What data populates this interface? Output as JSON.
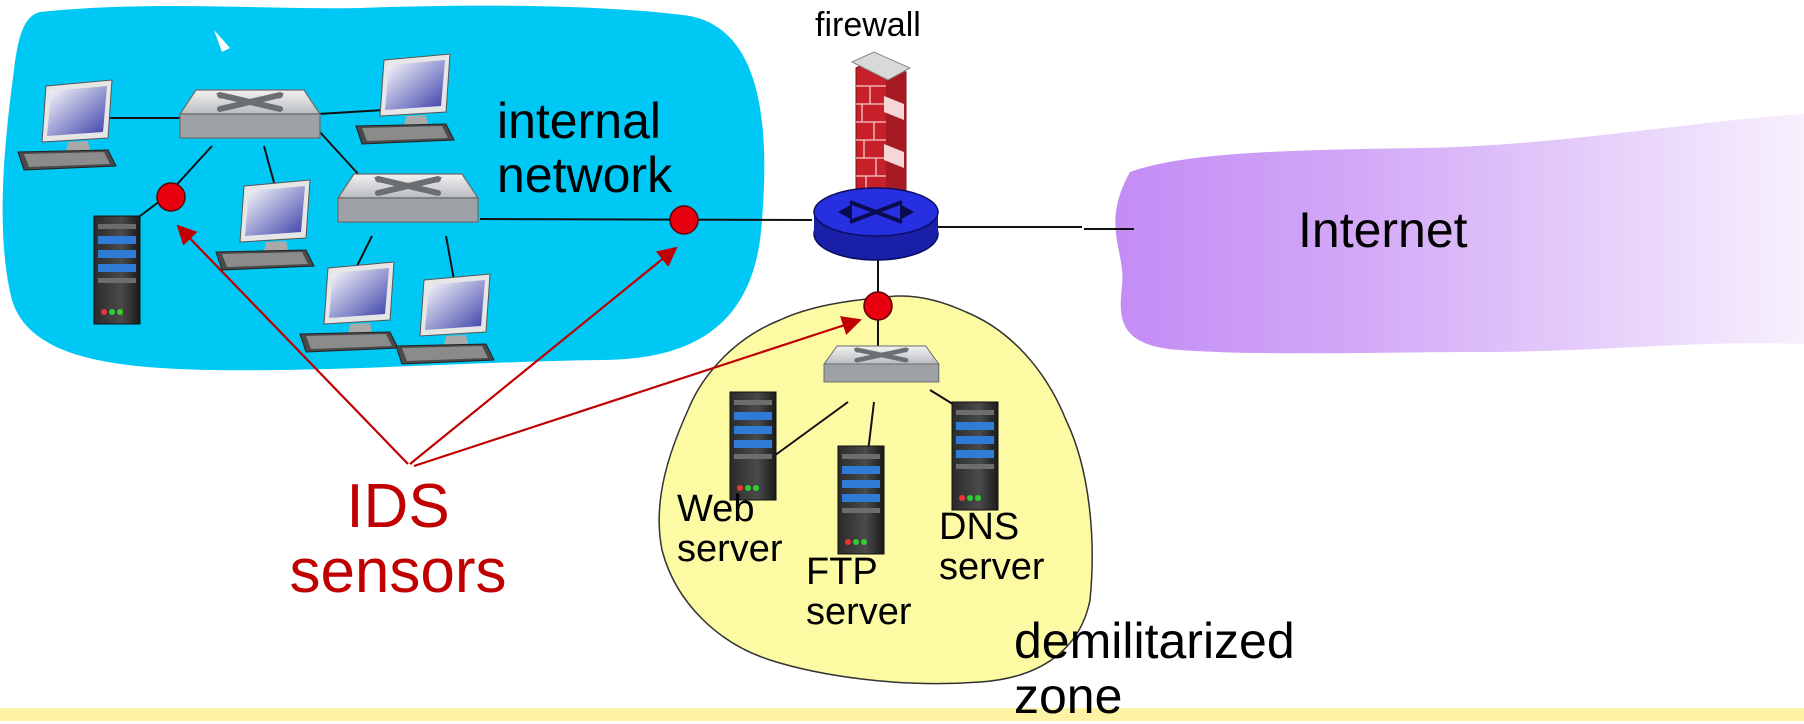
{
  "labels": {
    "firewall": "firewall",
    "internal_network": [
      "internal",
      "network"
    ],
    "internet": "Internet",
    "ids_sensors": [
      "IDS",
      "sensors"
    ],
    "web_server": [
      "Web",
      "server"
    ],
    "ftp_server": [
      "FTP",
      "server"
    ],
    "dns_server": [
      "DNS",
      "server"
    ],
    "dmz": [
      "demilitarized",
      "zone"
    ]
  },
  "colors": {
    "internal_network_cloud": "#00c8f4",
    "dmz_cloud": "#fdfaa4",
    "internet_cloud_start": "#c38cf5",
    "internet_cloud_end": "#f4ecfc",
    "ids_sensor": "#e8000f",
    "ids_arrows": "#c00000",
    "router": "#1f2ad8",
    "firewall_brick": "#c8202a",
    "bottom_band": "#fdf3a2"
  },
  "icons": [
    "desktop-computer-icon",
    "server-tower-icon",
    "network-switch-icon",
    "router-icon",
    "firewall-wall-icon",
    "ids-sensor-dot-icon"
  ]
}
